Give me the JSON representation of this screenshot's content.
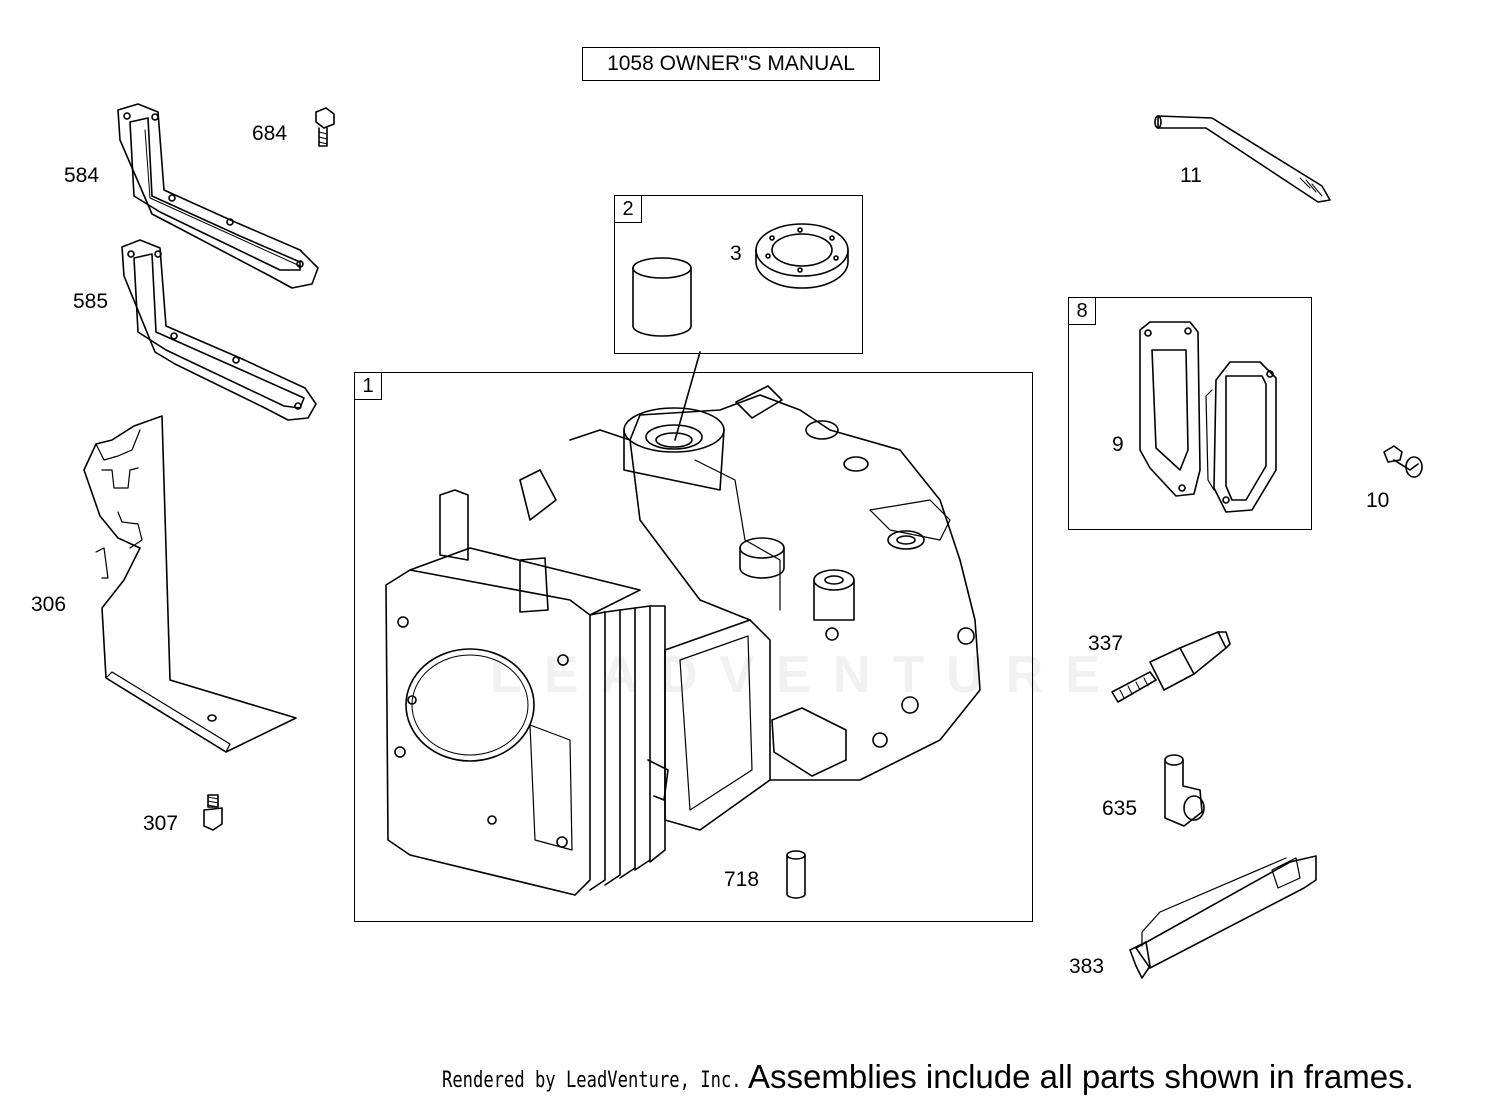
{
  "header": {
    "manual_label": "1058 OWNER\"S MANUAL"
  },
  "frames": [
    {
      "id": "frame-1",
      "tag": "1"
    },
    {
      "id": "frame-2",
      "tag": "2"
    },
    {
      "id": "frame-8",
      "tag": "8"
    }
  ],
  "callouts": {
    "p584": "584",
    "p684": "684",
    "p585": "585",
    "p306": "306",
    "p307": "307",
    "p3": "3",
    "p718": "718",
    "p11": "11",
    "p9": "9",
    "p10": "10",
    "p337": "337",
    "p635": "635",
    "p383": "383"
  },
  "footer": {
    "rendered_by": "Rendered by LeadVenture, Inc.",
    "note": "Assemblies include all parts shown in frames."
  },
  "watermark": "LEADVENTURE"
}
